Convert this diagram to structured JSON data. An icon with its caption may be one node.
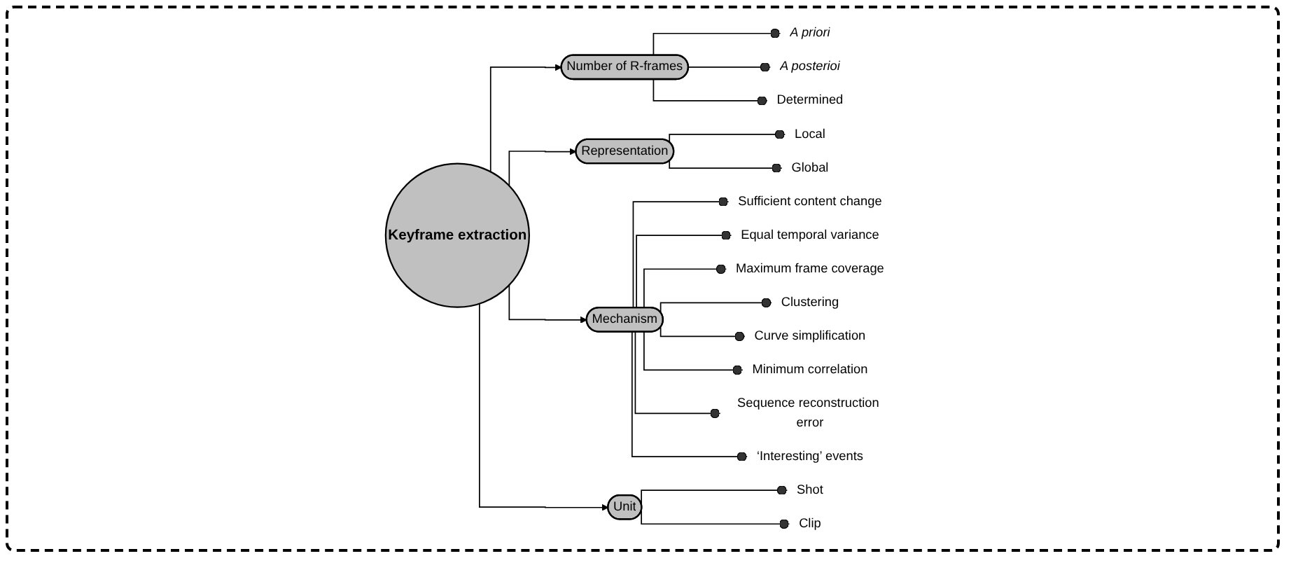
{
  "diagram": {
    "nodes": [
      {
        "text": [
          "Keyframe extraction"
        ]
      },
      {
        "text": [
          "Number of R-frames"
        ]
      },
      {
        "text": [
          "A priori"
        ]
      },
      {
        "text": [
          "A posterioi"
        ]
      },
      {
        "text": [
          "Determined"
        ]
      },
      {
        "text": [
          "Representation"
        ]
      },
      {
        "text": [
          "Local"
        ]
      },
      {
        "text": [
          "Global"
        ]
      },
      {
        "text": [
          "Mechanism"
        ]
      },
      {
        "text": [
          "Sufficient content change"
        ]
      },
      {
        "text": [
          "Equal temporal variance"
        ]
      },
      {
        "text": [
          "Maximum frame coverage"
        ]
      },
      {
        "text": [
          "Clustering"
        ]
      },
      {
        "text": [
          "Curve simplification"
        ]
      },
      {
        "text": [
          "Minimum correlation"
        ]
      },
      {
        "text": [
          "Sequence reconstruction error"
        ]
      },
      {
        "text": [
          "‘Interesting’ events"
        ]
      },
      {
        "text": [
          "Unit"
        ]
      },
      {
        "text": [
          "Shot"
        ]
      },
      {
        "text": [
          "Clip"
        ]
      }
    ],
    "edges": [
      {
        "from": 0,
        "to": 1,
        "arrow": "to"
      },
      {
        "from": 0,
        "to": 5,
        "arrow": "to"
      },
      {
        "from": 0,
        "to": 8,
        "arrow": "to"
      },
      {
        "from": 0,
        "to": 17,
        "arrow": "to"
      },
      {
        "from": 1,
        "to": 2,
        "arrow": "other"
      },
      {
        "from": 1,
        "to": 3,
        "arrow": "other"
      },
      {
        "from": 1,
        "to": 4,
        "arrow": "other"
      },
      {
        "from": 5,
        "to": 6,
        "arrow": "other"
      },
      {
        "from": 5,
        "to": 7,
        "arrow": "other"
      },
      {
        "from": 8,
        "to": 9,
        "arrow": "other"
      },
      {
        "from": 8,
        "to": 10,
        "arrow": "other"
      },
      {
        "from": 8,
        "to": 11,
        "arrow": "other"
      },
      {
        "from": 8,
        "to": 12,
        "arrow": "other"
      },
      {
        "from": 8,
        "to": 13,
        "arrow": "other"
      },
      {
        "from": 8,
        "to": 14,
        "arrow": "other"
      },
      {
        "from": 8,
        "to": 15,
        "arrow": "other"
      },
      {
        "from": 8,
        "to": 16,
        "arrow": "other"
      },
      {
        "from": 17,
        "to": 18,
        "arrow": "other"
      },
      {
        "from": 17,
        "to": 19,
        "arrow": "other"
      }
    ]
  }
}
